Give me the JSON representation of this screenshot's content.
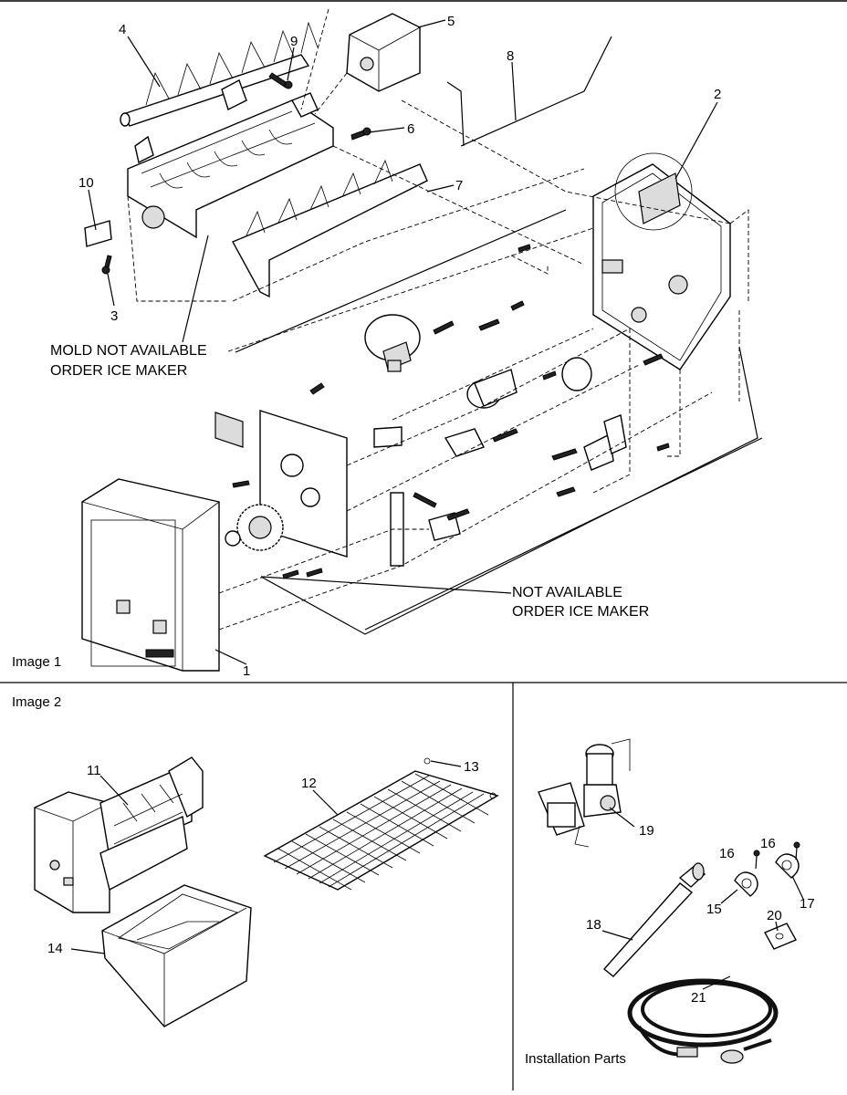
{
  "panels": {
    "image1": {
      "caption": "Image 1"
    },
    "image2": {
      "caption": "Image 2"
    },
    "installation": {
      "caption": "Installation Parts"
    }
  },
  "notes": {
    "mold_line1": "MOLD NOT AVAILABLE",
    "mold_line2": "ORDER ICE MAKER",
    "na_line1": "NOT AVAILABLE",
    "na_line2": "ORDER ICE MAKER"
  },
  "callouts": {
    "c1": "1",
    "c2": "2",
    "c3": "3",
    "c4": "4",
    "c5": "5",
    "c6": "6",
    "c7": "7",
    "c8": "8",
    "c9": "9",
    "c10": "10",
    "c11": "11",
    "c12": "12",
    "c13": "13",
    "c14": "14",
    "c15": "15",
    "c16a": "16",
    "c16b": "16",
    "c17": "17",
    "c18": "18",
    "c19": "19",
    "c20": "20",
    "c21": "21"
  }
}
